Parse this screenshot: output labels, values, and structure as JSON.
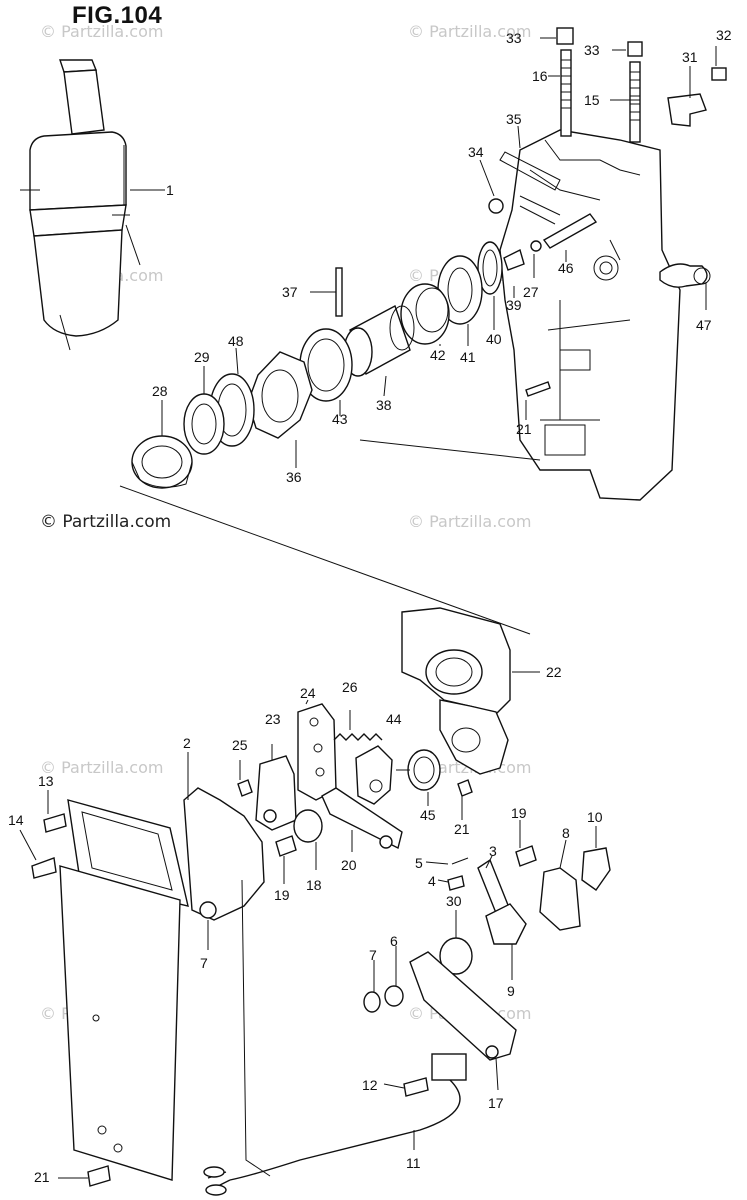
{
  "figure": {
    "title": "FIG.104"
  },
  "watermarks": {
    "main": "© Partzilla.com",
    "faint": "© Partzilla.com"
  },
  "callouts": [
    {
      "id": "c1",
      "label": "1"
    },
    {
      "id": "c2",
      "label": "2"
    },
    {
      "id": "c3",
      "label": "3"
    },
    {
      "id": "c4",
      "label": "4"
    },
    {
      "id": "c5",
      "label": "5"
    },
    {
      "id": "c6",
      "label": "6"
    },
    {
      "id": "c7a",
      "label": "7"
    },
    {
      "id": "c7b",
      "label": "7"
    },
    {
      "id": "c8",
      "label": "8"
    },
    {
      "id": "c9",
      "label": "9"
    },
    {
      "id": "c10",
      "label": "10"
    },
    {
      "id": "c11",
      "label": "11"
    },
    {
      "id": "c12",
      "label": "12"
    },
    {
      "id": "c13",
      "label": "13"
    },
    {
      "id": "c14",
      "label": "14"
    },
    {
      "id": "c15",
      "label": "15"
    },
    {
      "id": "c16",
      "label": "16"
    },
    {
      "id": "c17",
      "label": "17"
    },
    {
      "id": "c18",
      "label": "18"
    },
    {
      "id": "c19a",
      "label": "19"
    },
    {
      "id": "c19b",
      "label": "19"
    },
    {
      "id": "c20",
      "label": "20"
    },
    {
      "id": "c21a",
      "label": "21"
    },
    {
      "id": "c21b",
      "label": "21"
    },
    {
      "id": "c21c",
      "label": "21"
    },
    {
      "id": "c22",
      "label": "22"
    },
    {
      "id": "c23",
      "label": "23"
    },
    {
      "id": "c24",
      "label": "24"
    },
    {
      "id": "c25",
      "label": "25"
    },
    {
      "id": "c26",
      "label": "26"
    },
    {
      "id": "c27",
      "label": "27"
    },
    {
      "id": "c28",
      "label": "28"
    },
    {
      "id": "c29",
      "label": "29"
    },
    {
      "id": "c30",
      "label": "30"
    },
    {
      "id": "c31",
      "label": "31"
    },
    {
      "id": "c32",
      "label": "32"
    },
    {
      "id": "c33a",
      "label": "33"
    },
    {
      "id": "c33b",
      "label": "33"
    },
    {
      "id": "c34",
      "label": "34"
    },
    {
      "id": "c35",
      "label": "35"
    },
    {
      "id": "c36",
      "label": "36"
    },
    {
      "id": "c37",
      "label": "37"
    },
    {
      "id": "c38",
      "label": "38"
    },
    {
      "id": "c39",
      "label": "39"
    },
    {
      "id": "c40",
      "label": "40"
    },
    {
      "id": "c41",
      "label": "41"
    },
    {
      "id": "c42",
      "label": "42"
    },
    {
      "id": "c43",
      "label": "43"
    },
    {
      "id": "c44",
      "label": "44"
    },
    {
      "id": "c45",
      "label": "45"
    },
    {
      "id": "c46",
      "label": "46"
    },
    {
      "id": "c47",
      "label": "47"
    },
    {
      "id": "c48",
      "label": "48"
    }
  ]
}
